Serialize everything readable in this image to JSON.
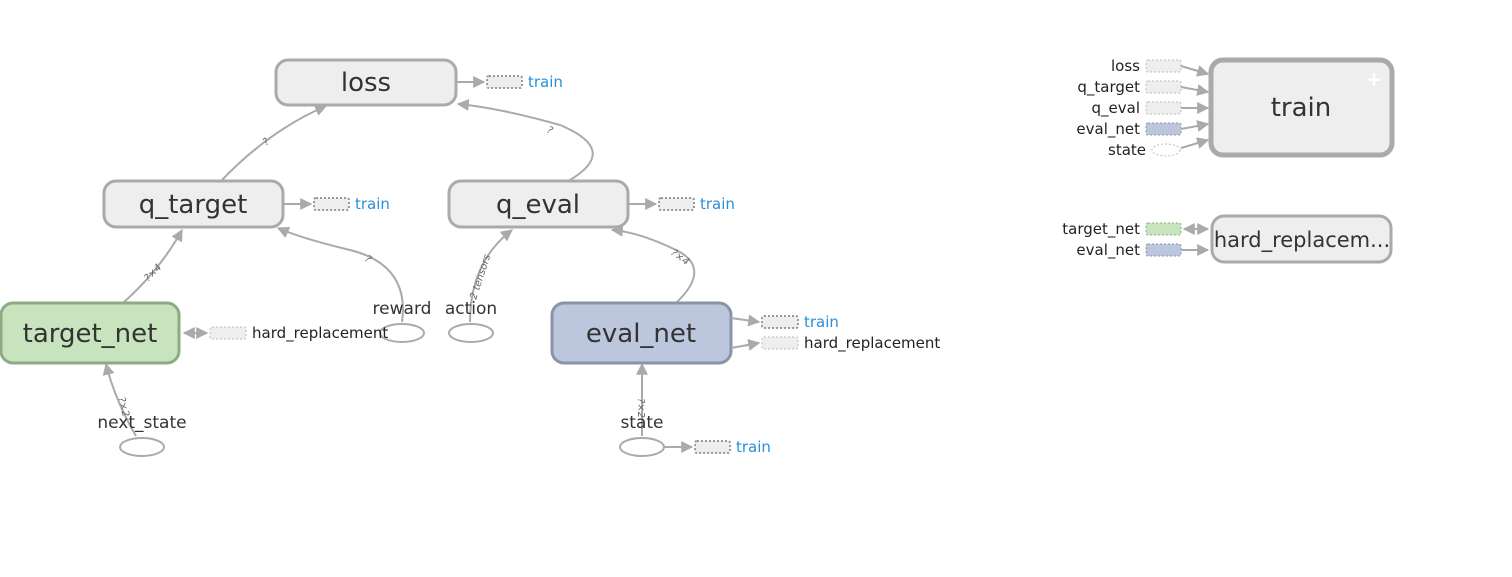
{
  "nodes": {
    "loss": "loss",
    "q_target": "q_target",
    "q_eval": "q_eval",
    "target_net": "target_net",
    "eval_net": "eval_net",
    "reward": "reward",
    "action": "action",
    "next_state": "next_state",
    "state": "state",
    "train": "train",
    "hard_replacement": "hard_replacem..."
  },
  "stubs": {
    "loss_out": "train",
    "q_target_out": "train",
    "q_eval_out": "train",
    "target_net_side": "hard_replacement",
    "eval_net_out1": "train",
    "eval_net_out2": "hard_replacement",
    "state_out": "train"
  },
  "edge_labels": {
    "q_target_loss": "?",
    "q_eval_loss": "?",
    "target_net_q_target": "?×4",
    "reward_q_target": "?",
    "action_q_eval": "2 tensors",
    "eval_net_q_eval": "?×4",
    "next_state_target_net": "?×2",
    "state_eval_net": "?×2"
  },
  "train_inputs": [
    "loss",
    "q_target",
    "q_eval",
    "eval_net",
    "state"
  ],
  "hard_replacement_inputs": [
    "target_net",
    "eval_net"
  ],
  "expand_icon": "+",
  "colors": {
    "node_fill": "#eeeeee",
    "node_stroke": "#aaaaaa",
    "target_net_fill": "#c8e4be",
    "target_net_stroke": "#8eaa84",
    "eval_net_fill": "#bcc7de",
    "eval_net_stroke": "#8a93a8",
    "link_blue": "#2a8fd8"
  }
}
